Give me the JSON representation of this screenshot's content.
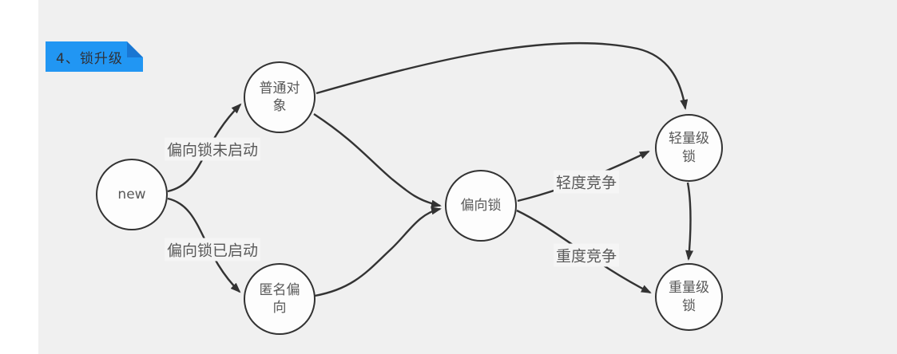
{
  "title": {
    "label": "4、锁升级"
  },
  "diagram": {
    "nodes": [
      {
        "id": "new",
        "label": "new"
      },
      {
        "id": "normal-object",
        "label": "普通对象"
      },
      {
        "id": "anonymous-biased",
        "label": "匿名偏向"
      },
      {
        "id": "biased-lock",
        "label": "偏向锁"
      },
      {
        "id": "lightweight-lock",
        "label": "轻量级锁"
      },
      {
        "id": "heavyweight-lock",
        "label": "重量级锁"
      }
    ],
    "edges": [
      {
        "from": "new",
        "to": "normal-object",
        "label": "偏向锁未启动"
      },
      {
        "from": "new",
        "to": "anonymous-biased",
        "label": "偏向锁已启动"
      },
      {
        "from": "normal-object",
        "to": "biased-lock",
        "label": ""
      },
      {
        "from": "normal-object",
        "to": "lightweight-lock",
        "label": ""
      },
      {
        "from": "anonymous-biased",
        "to": "biased-lock",
        "label": ""
      },
      {
        "from": "biased-lock",
        "to": "lightweight-lock",
        "label": "轻度竞争"
      },
      {
        "from": "biased-lock",
        "to": "heavyweight-lock",
        "label": "重度竞争"
      },
      {
        "from": "lightweight-lock",
        "to": "heavyweight-lock",
        "label": ""
      }
    ],
    "colors": {
      "canvas": "#f0f0f0",
      "left_strip": "#ffffff",
      "badge_fill": "#2196f3",
      "badge_fold": "#1976d2",
      "badge_text": "#2f3138",
      "node_fill": "#fdfdfd",
      "stroke": "#333333",
      "text": "#595959",
      "edge_label_bg": "#f5f5f5"
    }
  }
}
